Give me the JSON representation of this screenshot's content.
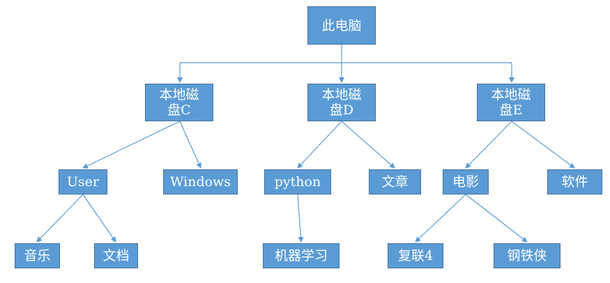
{
  "nodes": {
    "root": "此电脑",
    "disk_c": "本地磁\n盘C",
    "disk_d": "本地磁\n盘D",
    "disk_e": "本地磁\n盘E",
    "user": "User",
    "windows": "Windows",
    "python": "python",
    "article": "文章",
    "movie": "电影",
    "software": "软件",
    "music": "音乐",
    "docs": "文档",
    "ml": "机器学习",
    "avengers4": "复联4",
    "ironman": "钢铁侠"
  },
  "colors": {
    "node_fill": "#5b9bd5",
    "node_border": "#41719c",
    "node_text": "#ffffff",
    "connector": "#5b9bd5"
  }
}
